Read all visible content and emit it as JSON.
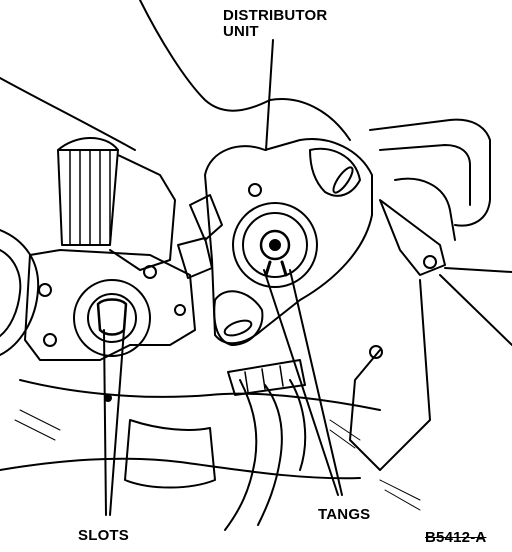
{
  "figure": {
    "callouts": {
      "distributor_line1": "DISTRIBUTOR",
      "distributor_line2": "UNIT",
      "tangs": "TANGS",
      "slots": "SLOTS"
    },
    "figure_code": "B5412-A"
  }
}
